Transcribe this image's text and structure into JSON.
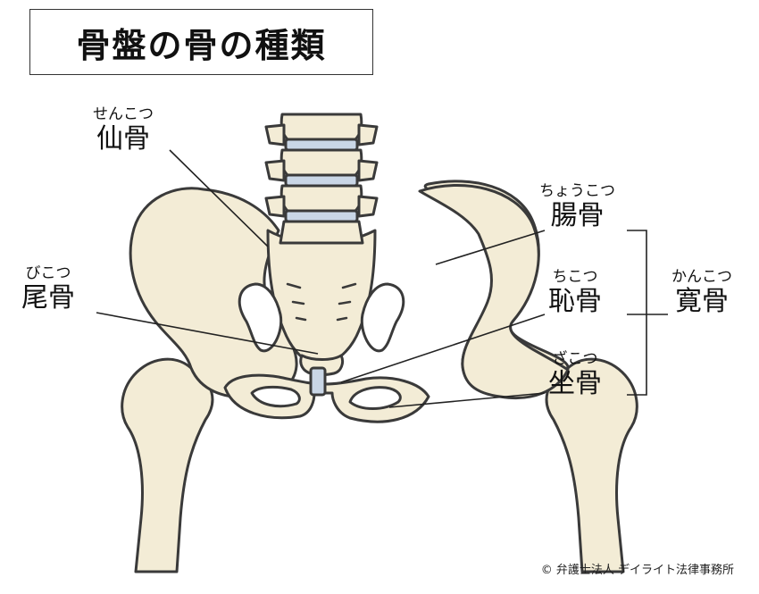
{
  "title": "骨盤の骨の種類",
  "labels": {
    "sacrum": {
      "furigana": "せんこつ",
      "name": "仙骨"
    },
    "coccyx": {
      "furigana": "びこつ",
      "name": "尾骨"
    },
    "ilium": {
      "furigana": "ちょうこつ",
      "name": "腸骨"
    },
    "pubis": {
      "furigana": "ちこつ",
      "name": "恥骨"
    },
    "ischium": {
      "furigana": "ざこつ",
      "name": "坐骨"
    },
    "hip_bone": {
      "furigana": "かんこつ",
      "name": "寛骨"
    }
  },
  "colors": {
    "bone": "#f3ecd6",
    "outline": "#3a3a3a",
    "disc": "#c9d6e6",
    "leader": "#222222"
  },
  "copyright": "© 弁護士法人 デイライト法律事務所"
}
